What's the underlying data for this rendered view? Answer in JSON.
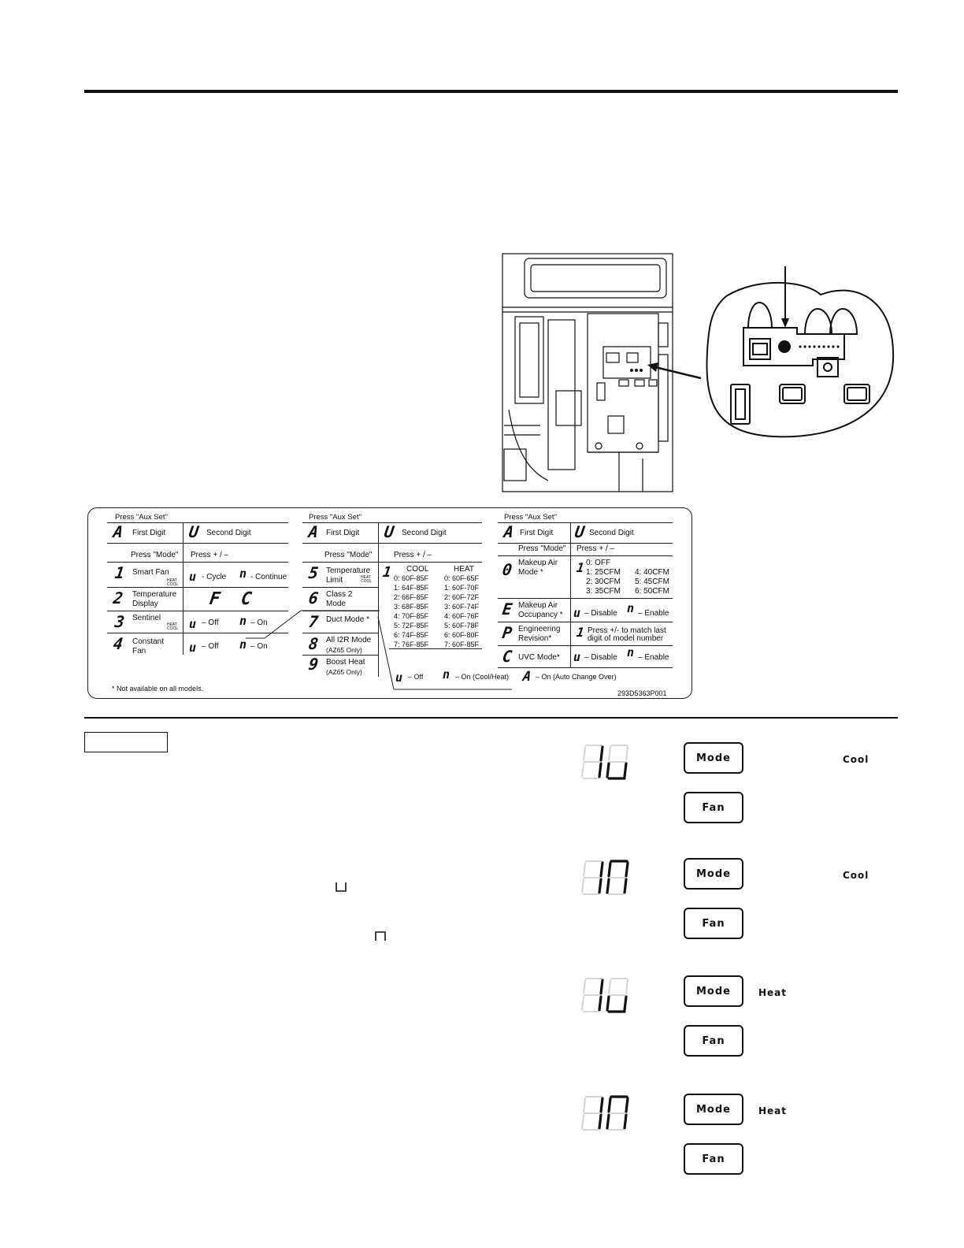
{
  "chart": {
    "part_number": "293D5363P001",
    "footnote": "* Not available on all models.",
    "common": {
      "press_aux_set": "Press \"Aux Set\"",
      "first_digit": "First Digit",
      "second_digit": "Second Digit",
      "press_mode": "Press \"Mode\"",
      "press_plus_minus": "Press + / –",
      "first_digit_glyph": "A",
      "second_digit_glyph": "U",
      "heat_label": "HEAT",
      "cool_label": "COOL"
    },
    "col1": {
      "rows": [
        {
          "digit": "1",
          "name": "Smart Fan",
          "opt_a": "- Cycle",
          "opt_b": "- Continue"
        },
        {
          "digit": "2",
          "name_l1": "Temperature",
          "name_l2": "Display",
          "opt_a": "F",
          "opt_b": "C"
        },
        {
          "digit": "3",
          "name": "Sentinel",
          "opt_a": "– Off",
          "opt_b": "– On"
        },
        {
          "digit": "4",
          "name_l1": "Constant",
          "name_l2": "Fan",
          "opt_a": "– Off",
          "opt_b": "– On"
        }
      ]
    },
    "col2": {
      "rows": [
        {
          "digit": "5",
          "name_l1": "Temperature",
          "name_l2": "Limit"
        },
        {
          "digit": "6",
          "name_l1": "Class 2",
          "name_l2": "Mode"
        },
        {
          "digit": "7",
          "name": "Duct Mode *"
        },
        {
          "digit": "8",
          "name_l1": "All I2R Mode",
          "name_l2": "(AZ65 Only)"
        },
        {
          "digit": "9",
          "name_l1": "Boost Heat",
          "name_l2": "(AZ65 Only)"
        }
      ],
      "limit_digit": "1",
      "cool_header": "COOL",
      "heat_header": "HEAT",
      "cool_ranges": [
        "0: 60F-85F",
        "1: 64F-85F",
        "2: 66F-85F",
        "3: 68F-85F",
        "4: 70F-85F",
        "5: 72F-85F",
        "6: 74F-85F",
        "7: 76F-85F"
      ],
      "heat_ranges": [
        "0: 60F-65F",
        "1: 60F-70F",
        "2: 60F-72F",
        "3: 60F-74F",
        "4: 60F-76F",
        "5: 60F-78F",
        "6: 60F-80F",
        "7: 60F-85F"
      ],
      "bottom_opt_a": "– Off",
      "bottom_opt_b": "– On (Cool/Heat)",
      "bottom_opt_c": "– On (Auto Change Over)"
    },
    "col3": {
      "press_mode": "Press \"Mode\"",
      "press_plus_minus": "Press + / –",
      "makeup_air": {
        "digit": "0",
        "name_l1": "Makeup Air",
        "name_l2": "Mode *",
        "value_digit": "1",
        "options": [
          "0: OFF",
          "1: 25CFM",
          "2: 30CFM",
          "3: 35CFM",
          "4: 40CFM",
          "5: 45CFM",
          "6: 50CFM"
        ]
      },
      "occupancy": {
        "digit": "E",
        "name_l1": "Makeup Air",
        "name_l2": "Occupancy *",
        "opt_a": "– Disable",
        "opt_b": "– Enable"
      },
      "revision": {
        "digit": "P",
        "name_l1": "Engineering",
        "name_l2": "Revision*",
        "value_digit": "1",
        "desc_l1": "Press +/- to match last",
        "desc_l2": "digit of model number"
      },
      "uvc": {
        "digit": "C",
        "name": "UVC Mode*",
        "opt_a": "– Disable",
        "opt_b": "– Enable"
      }
    }
  },
  "examples": [
    {
      "display": "1U",
      "mode_button": "Mode",
      "fan_button": "Fan",
      "mode_label": "Cool"
    },
    {
      "display": "1n",
      "mode_button": "Mode",
      "fan_button": "Fan",
      "mode_label": "Cool"
    },
    {
      "display": "1U",
      "mode_button": "Mode",
      "fan_button": "Fan",
      "mode_label": "Heat"
    },
    {
      "display": "1n",
      "mode_button": "Mode",
      "fan_button": "Fan",
      "mode_label": "Heat"
    }
  ]
}
